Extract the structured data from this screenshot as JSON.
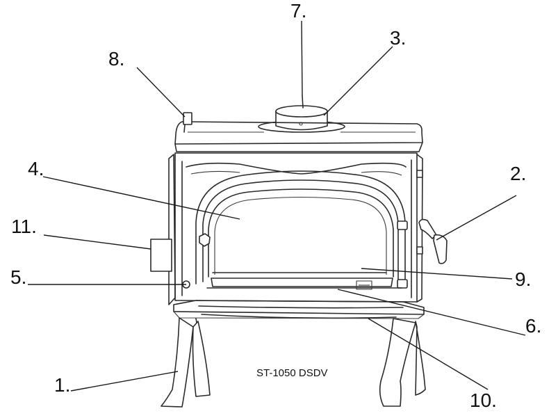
{
  "model_label": "ST-1050 DSDV",
  "callouts": [
    {
      "id": "1",
      "label": "1."
    },
    {
      "id": "2",
      "label": "2."
    },
    {
      "id": "3",
      "label": "3."
    },
    {
      "id": "4",
      "label": "4."
    },
    {
      "id": "5",
      "label": "5."
    },
    {
      "id": "6",
      "label": "6."
    },
    {
      "id": "7",
      "label": "7."
    },
    {
      "id": "8",
      "label": "8."
    },
    {
      "id": "9",
      "label": "9."
    },
    {
      "id": "10",
      "label": "10."
    },
    {
      "id": "11",
      "label": "11."
    }
  ]
}
